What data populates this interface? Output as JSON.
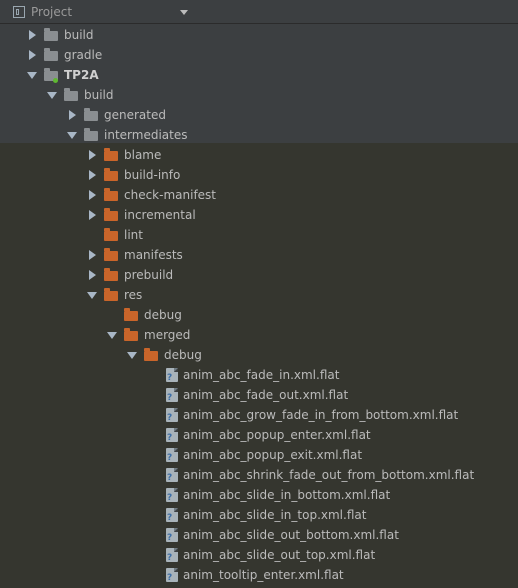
{
  "panel": {
    "title": "Project"
  },
  "tree": {
    "build_top": "build",
    "gradle": "gradle",
    "tp2a": "TP2A",
    "build": "build",
    "generated": "generated",
    "intermediates": "intermediates",
    "folders": [
      "blame",
      "build-info",
      "check-manifest",
      "incremental",
      "lint",
      "manifests",
      "prebuild"
    ],
    "res": "res",
    "res_debug": "debug",
    "merged": "merged",
    "merged_debug": "debug",
    "files": [
      "anim_abc_fade_in.xml.flat",
      "anim_abc_fade_out.xml.flat",
      "anim_abc_grow_fade_in_from_bottom.xml.flat",
      "anim_abc_popup_enter.xml.flat",
      "anim_abc_popup_exit.xml.flat",
      "anim_abc_shrink_fade_out_from_bottom.xml.flat",
      "anim_abc_slide_in_bottom.xml.flat",
      "anim_abc_slide_in_top.xml.flat",
      "anim_abc_slide_out_bottom.xml.flat",
      "anim_abc_slide_out_top.xml.flat",
      "anim_tooltip_enter.xml.flat"
    ]
  }
}
